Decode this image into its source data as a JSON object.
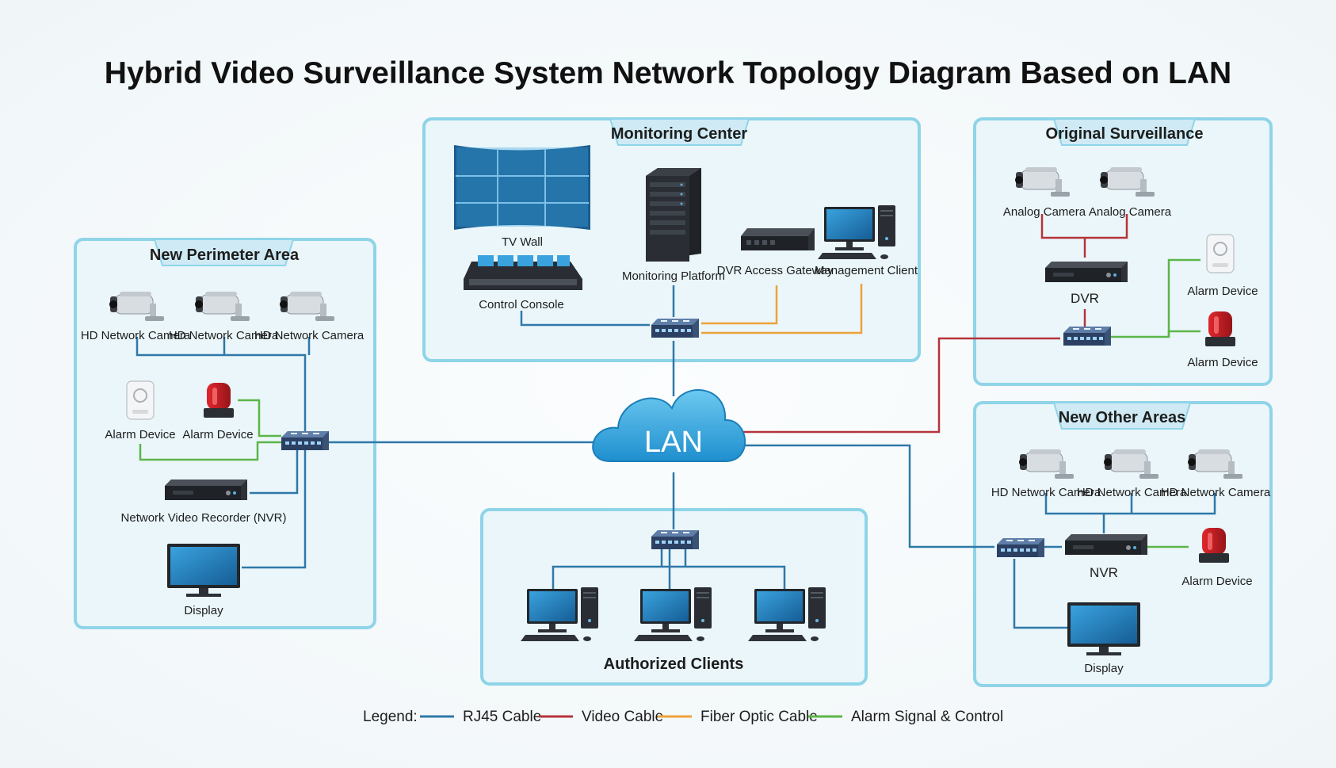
{
  "title": "Hybrid Video Surveillance System Network Topology Diagram Based on LAN",
  "colors": {
    "rj45": "#2f78a8",
    "video": "#b5343b",
    "fiber": "#eea13a",
    "alarm": "#5db548",
    "zone_fill": "#eaf6fa",
    "zone_border": "#8fd4e8",
    "cloud": "#2a9fd8"
  },
  "lan": {
    "label": "LAN"
  },
  "zones": {
    "monitoring": {
      "title": "Monitoring Center",
      "tv_wall": "TV Wall",
      "control_console": "Control Console",
      "monitoring_platform": "Monitoring Platform",
      "dvr_gateway": "DVR Access Gateway",
      "management_client": "Management Client"
    },
    "original": {
      "title": "Original Surveillance",
      "camera_1": "Analog Camera",
      "camera_2": "Analog Camera",
      "dvr": "DVR",
      "alarm_1": "Alarm Device",
      "alarm_2": "Alarm Device"
    },
    "perimeter": {
      "title": "New Perimeter Area",
      "camera_1": "HD Network Camera",
      "camera_2": "HD Network Camera",
      "camera_3": "HD Network Camera",
      "alarm_1": "Alarm Device",
      "alarm_2": "Alarm Device",
      "nvr": "Network Video Recorder (NVR)",
      "display": "Display"
    },
    "clients": {
      "title": "Authorized Clients"
    },
    "other": {
      "title": "New Other Areas",
      "camera_1": "HD Network Camera",
      "camera_2": "HD Network Camera",
      "camera_3": "HD Network Camera",
      "nvr": "NVR",
      "alarm": "Alarm Device",
      "display": "Display"
    }
  },
  "legend": {
    "label": "Legend:",
    "items": [
      {
        "name": "RJ45 Cable",
        "color": "#2f78a8"
      },
      {
        "name": "Video Cable",
        "color": "#b5343b"
      },
      {
        "name": "Fiber Optic Cable",
        "color": "#eea13a"
      },
      {
        "name": "Alarm Signal & Control",
        "color": "#5db548"
      }
    ]
  }
}
